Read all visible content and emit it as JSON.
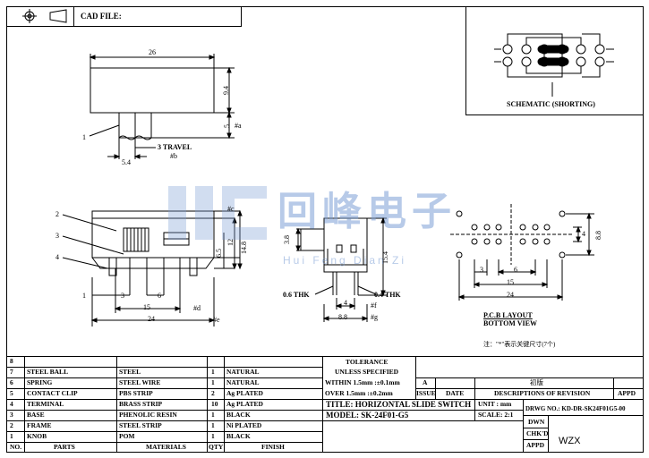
{
  "header": {
    "cad_file_label": "CAD FILE:"
  },
  "top_view": {
    "dim_length": "26",
    "dim_height": "9.4",
    "dim_knob": "5",
    "dim_knob_mark": "#a",
    "dim_travel": "3 TRAVEL",
    "dim_offset": "5.4",
    "dim_offset_mark": "#b",
    "callout_1": "1"
  },
  "schematic": {
    "caption": "SCHEMATIC (SHORTING)"
  },
  "front_view": {
    "callout_2": "2",
    "callout_3": "3",
    "callout_4": "4",
    "dim_c": "#c",
    "dim_65": "6.5",
    "dim_12": "12",
    "dim_148": "14.8",
    "dim_1": "1",
    "dim_3": "3",
    "dim_6": "6",
    "dim_15": "15",
    "dim_d": "#d",
    "dim_24": "24",
    "dim_e": "#e"
  },
  "side_view": {
    "dim_38": "3.8",
    "dim_154": "15.4",
    "thk_left": "0.6 THK",
    "thk_right": "0.4 THK",
    "dim_4": "4",
    "dim_f": "#f",
    "dim_88": "8.8",
    "dim_g": "#g"
  },
  "pcb": {
    "dim_88": "8.8",
    "dim_4": "4",
    "dim_3": "3",
    "dim_6": "6",
    "dim_15": "15",
    "dim_24": "24",
    "caption_1": "P.C.B LAYOUT",
    "caption_2": "BOTTOM VIEW",
    "note": "注：\"*\"表示关键尺寸(7个)"
  },
  "watermark": {
    "cn": "回峰电子",
    "en": "Hui Feng Dian Zi"
  },
  "bom": {
    "headers": {
      "no": "NO.",
      "parts": "PARTS",
      "materials": "MATERIALS",
      "qty": "QTY",
      "finish": "FINISH"
    },
    "rows": [
      {
        "no": "8",
        "parts": "",
        "materials": "",
        "qty": "",
        "finish": ""
      },
      {
        "no": "7",
        "parts": "STEEL BALL",
        "materials": "STEEL",
        "qty": "1",
        "finish": "NATURAL"
      },
      {
        "no": "6",
        "parts": "SPRING",
        "materials": "STEEL WIRE",
        "qty": "1",
        "finish": "NATURAL"
      },
      {
        "no": "5",
        "parts": "CONTACT CLIP",
        "materials": "PBS STRIP",
        "qty": "2",
        "finish": "Ag PLATED"
      },
      {
        "no": "4",
        "parts": "TERMINAL",
        "materials": "BRASS STRIP",
        "qty": "10",
        "finish": "Ag PLATED"
      },
      {
        "no": "3",
        "parts": "BASE",
        "materials": "PHENOLIC RESIN",
        "qty": "1",
        "finish": "BLACK"
      },
      {
        "no": "2",
        "parts": "FRAME",
        "materials": "STEEL STRIP",
        "qty": "1",
        "finish": "Ni PLATED"
      },
      {
        "no": "1",
        "parts": "KNOB",
        "materials": "POM",
        "qty": "1",
        "finish": "BLACK"
      }
    ]
  },
  "title_block": {
    "tolerance": "TOLERANCE",
    "unless": "UNLESS  SPECIFIED",
    "within": "WITHIN 1.5mm :±0.1mm",
    "over": "OVER  1.5mm :±0.2mm",
    "rev_a": "A",
    "issue": "ISSUE",
    "date": "DATE",
    "chuban": "初版",
    "desc_rev": "DESCRIPTIONS OF REVISION",
    "appd": "APPD",
    "title": "TITLE: HORIZONTAL SLIDE SWITCH",
    "unit": "UNIT : mm",
    "dwg_no": "DRWG NO.: KD-DR-SK24F01G5-00",
    "model": "MODEL: SK-24F01-G5",
    "scale": "SCALE: 2:1",
    "dwn": "DWN",
    "chkd": "CHK'D",
    "appd2": "APPD",
    "drawer": "WZX"
  }
}
